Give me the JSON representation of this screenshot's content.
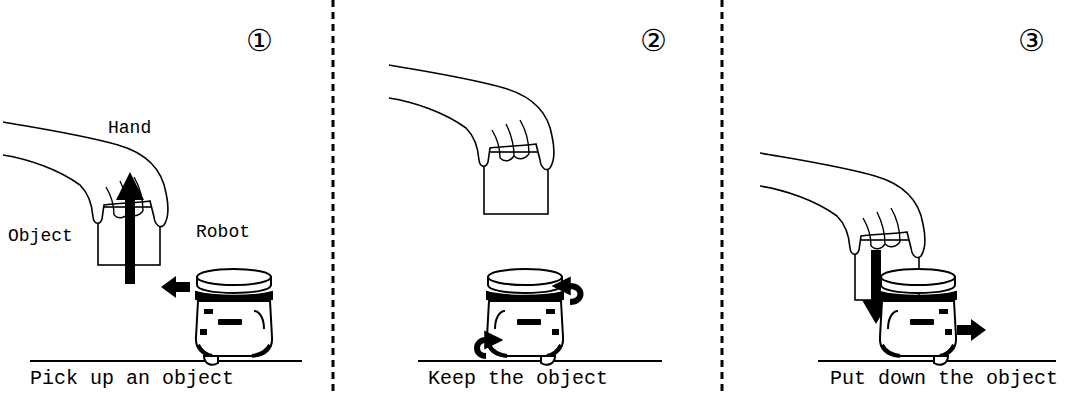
{
  "diagram": {
    "labels": [
      "①",
      "Hand",
      "Object",
      "Robot",
      "Pick up an object",
      "②",
      "Keep the object",
      "③",
      "Put down the object"
    ]
  }
}
